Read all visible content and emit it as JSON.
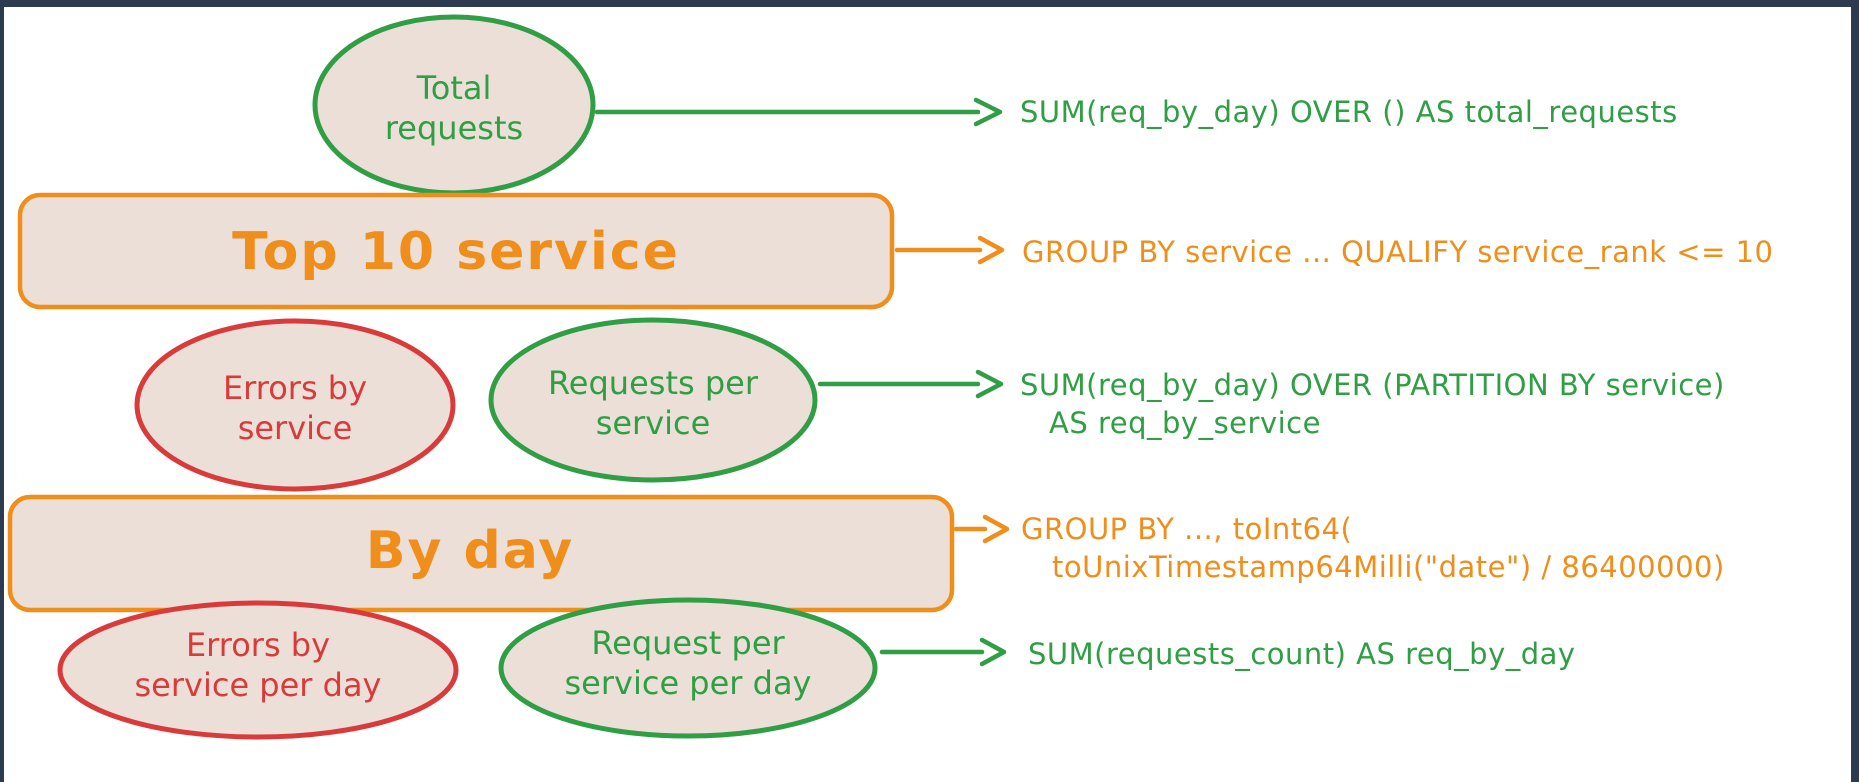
{
  "colors": {
    "green": "#2f9e44",
    "orange": "#ef8e1b",
    "red": "#d93a3a",
    "shape_fill": "#ecdfd8",
    "frame": "#2c3b50",
    "background": "#ffffff"
  },
  "nodes": {
    "total_requests": {
      "line1": "Total",
      "line2": "requests"
    },
    "top_10_service": {
      "label": "Top 10 service"
    },
    "errors_by_service": {
      "line1": "Errors by",
      "line2": "service"
    },
    "requests_per_service": {
      "line1": "Requests per",
      "line2": "service"
    },
    "by_day": {
      "label": "By day"
    },
    "errors_by_service_per_day": {
      "line1": "Errors by",
      "line2": "service per day"
    },
    "request_per_service_per_day": {
      "line1": "Request per",
      "line2": "service per day"
    }
  },
  "annotations": {
    "total_requests_sql": {
      "line1": "SUM(req_by_day) OVER () AS total_requests"
    },
    "top_10_service_sql": {
      "line1": "GROUP BY service ... QUALIFY service_rank <= 10"
    },
    "requests_per_service_sql": {
      "line1": "SUM(req_by_day) OVER (PARTITION BY service)",
      "line2": "AS req_by_service"
    },
    "by_day_sql": {
      "line1": "GROUP BY ..., toInt64(",
      "line2": "toUnixTimestamp64Milli(\"date\") / 86400000)"
    },
    "req_by_day_sql": {
      "line1": "SUM(requests_count) AS req_by_day"
    }
  }
}
